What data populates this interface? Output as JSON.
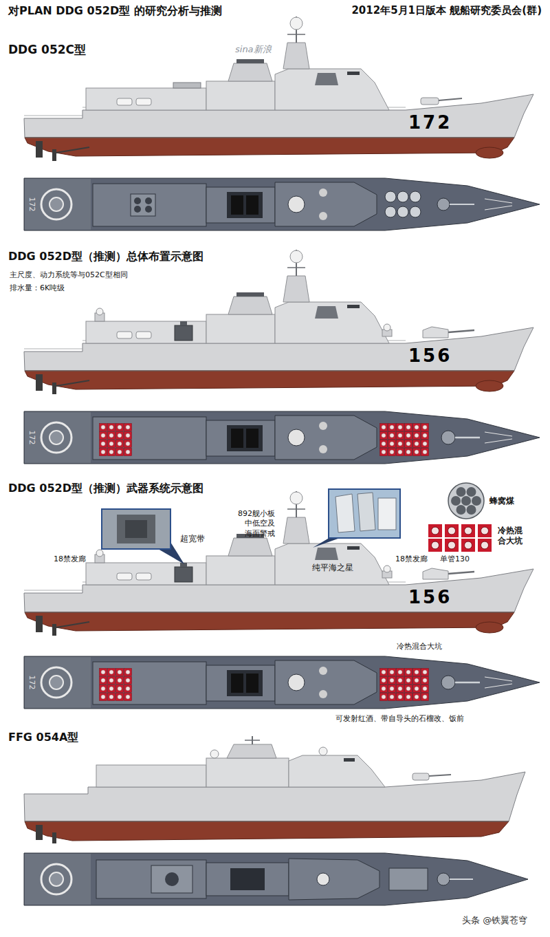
{
  "diagram": {
    "title": "对PLAN DDG 052D型 的研究分析与推测",
    "labels": [
      "2012年5月1日版本 舰船研究委员会(群)",
      "DDG 052C型",
      "sina新浪",
      "172",
      "172",
      "DDG 052D型（推测）总体布置示意图",
      "主尺度、动力系统等与052C型相同",
      "排水量：6K吨级",
      "156",
      "172",
      "DDG 052D型（推测）武器系统示意图",
      "892舰小板 中低空及 海面警戒",
      "超宽带",
      "蜂窝煤",
      "冷热混合大坑",
      "18禁发廊",
      "18禁发廊",
      "单管130",
      "纯平海之星",
      "156",
      "冷热混合大坑",
      "172",
      "可发射红酒、带自导头的石榴改、饭前",
      "FFG 054A型",
      "头条 @铁翼苍穹"
    ]
  }
}
